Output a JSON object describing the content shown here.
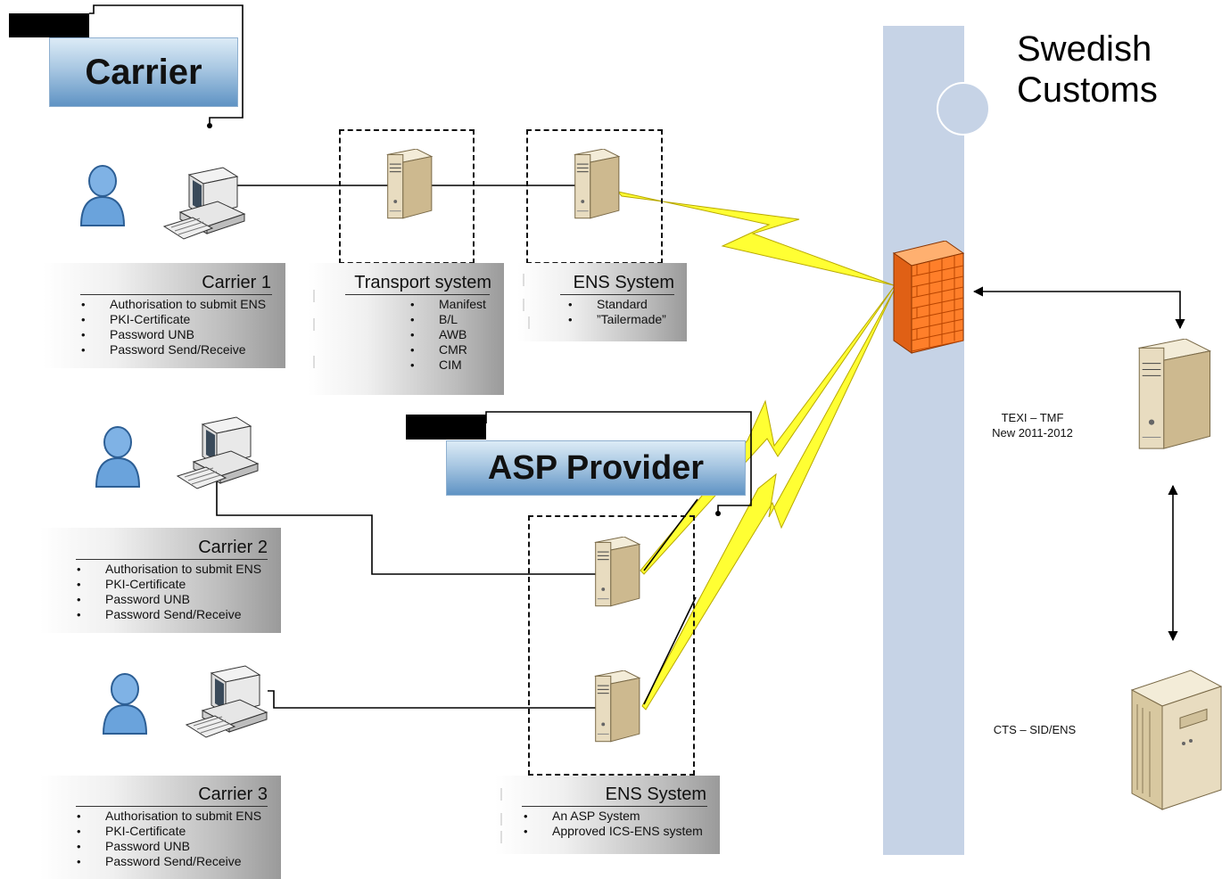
{
  "customs": {
    "line1": "Swedish",
    "line2": "Customs"
  },
  "carrier_title": "Carrier",
  "asp_title": "ASP Provider",
  "carrier1": {
    "title": "Carrier 1",
    "items": [
      "Authorisation to submit ENS",
      "PKI-Certificate",
      "Password UNB",
      "Password Send/Receive"
    ]
  },
  "carrier2": {
    "title": "Carrier 2",
    "items": [
      "Authorisation to submit ENS",
      "PKI-Certificate",
      "Password UNB",
      "Password Send/Receive"
    ]
  },
  "carrier3": {
    "title": "Carrier 3",
    "items": [
      "Authorisation to submit ENS",
      "PKI-Certificate",
      "Password UNB",
      "Password Send/Receive"
    ]
  },
  "transport": {
    "title": "Transport system",
    "items": [
      "Manifest",
      "B/L",
      "AWB",
      "CMR",
      "CIM"
    ]
  },
  "ens1": {
    "title": "ENS System",
    "items": [
      "Standard",
      "”Tailermade”"
    ]
  },
  "ens2": {
    "title": "ENS System",
    "items": [
      "An ASP System",
      "Approved ICS-ENS system"
    ]
  },
  "texi": {
    "line1": "TEXI – TMF",
    "line2": "New 2011-2012"
  },
  "cts": {
    "label": "CTS – SID/ENS"
  },
  "colors": {
    "band": "#c6d3e6",
    "lightning": "#ffff33",
    "firewall": "#ff7f2a",
    "server": "#e8dcc0"
  },
  "icons": [
    "user-icon",
    "workstation-icon",
    "server-icon",
    "firewall-icon",
    "mainframe-icon",
    "lightning-bolt-icon"
  ]
}
